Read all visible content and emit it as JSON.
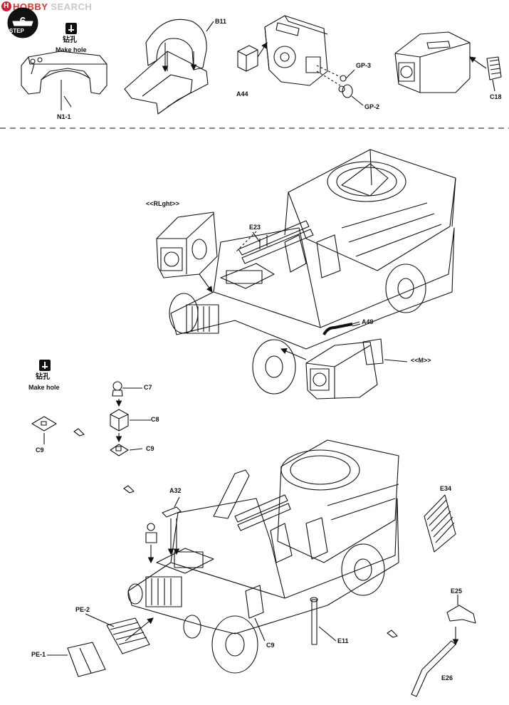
{
  "watermark": {
    "brand_hobby": "HOBBY",
    "brand_search": "SEARCH"
  },
  "step": {
    "word": "STEP",
    "number": "6"
  },
  "drill_note": {
    "chinese": "钻孔",
    "english": "Make hole"
  },
  "top_row": {
    "part_n1": "N1-1",
    "part_b11": "B11",
    "part_a44": "A44",
    "part_gp3": "GP-3",
    "part_gp2": "GP-2",
    "part_c18": "C18"
  },
  "middle": {
    "rlght": "<<RLght>>",
    "e23": "E23",
    "a49": "A49",
    "m": "<<M>>"
  },
  "light_sub": {
    "c7": "C7",
    "c8": "C8",
    "c9a": "C9",
    "c9b": "C9"
  },
  "bottom": {
    "a32": "A32",
    "e34": "E34",
    "pe2": "PE-2",
    "pe1": "PE-1",
    "c9": "C9",
    "e11": "E11",
    "e25": "E25",
    "e26": "E26"
  }
}
